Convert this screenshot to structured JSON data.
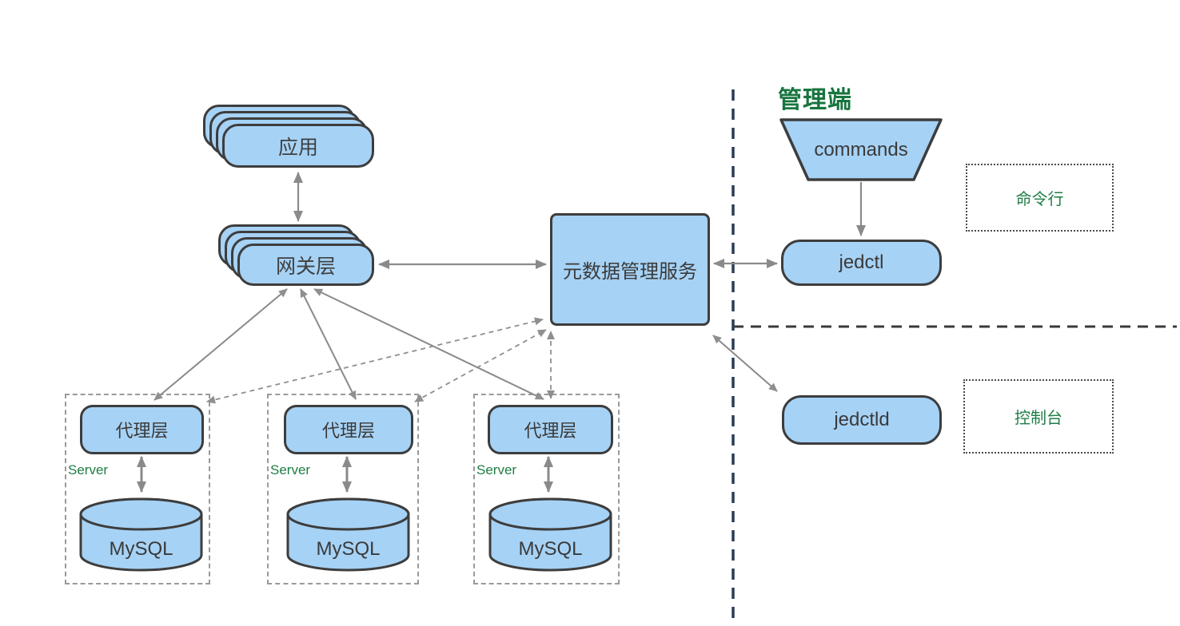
{
  "diagram": {
    "nodes": {
      "app": "应用",
      "gateway": "网关层",
      "meta_service": "元数据管理服务",
      "commands": "commands",
      "jedctl": "jedctl",
      "jedctld": "jedctld"
    },
    "admin_section": {
      "title": "管理端",
      "cli_label": "命令行",
      "console_label": "控制台"
    },
    "server_groups": [
      {
        "proxy": "代理层",
        "zone": "Server",
        "db": "MySQL"
      },
      {
        "proxy": "代理层",
        "zone": "Server",
        "db": "MySQL"
      },
      {
        "proxy": "代理层",
        "zone": "Server",
        "db": "MySQL"
      }
    ],
    "colors": {
      "node_fill": "#a6d2f5",
      "node_border": "#3d3d3d",
      "arrow_gray": "#8a8a8a",
      "group_dashed_border": "#9a9a9a",
      "green_text": "#1e7e45",
      "divider_vertical_navy": "#2c3b55",
      "divider_horizontal": "#3a3a3a"
    }
  }
}
